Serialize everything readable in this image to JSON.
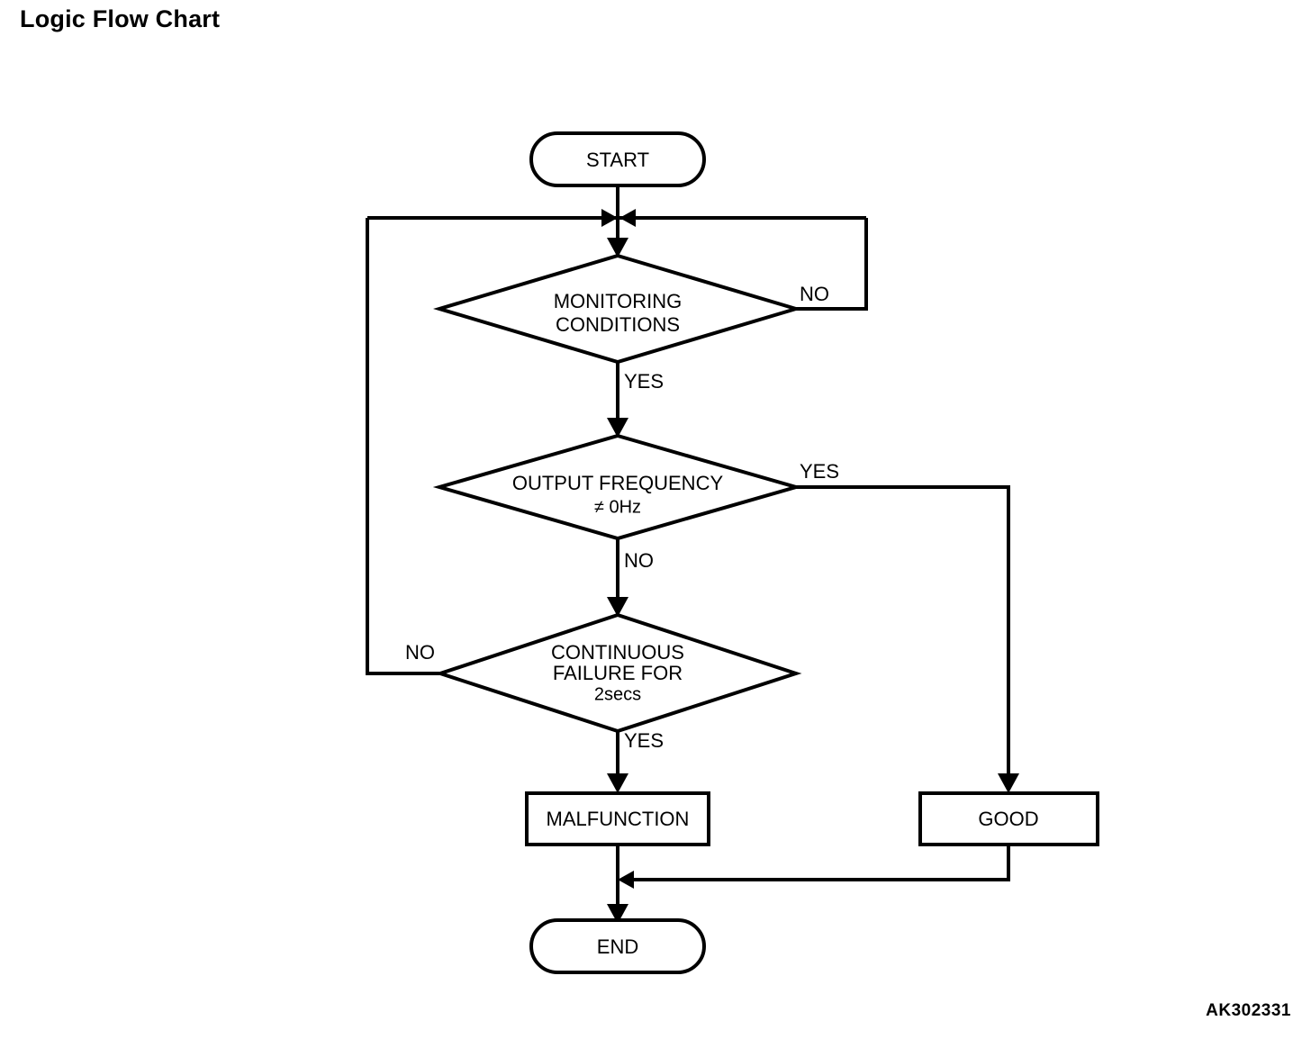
{
  "page": {
    "title": "Logic Flow Chart",
    "figure_id": "AK302331",
    "background_color": "#ffffff",
    "line_color": "#000000"
  },
  "chart_data": {
    "type": "diagram",
    "diagram_kind": "flowchart",
    "title": "Logic Flow Chart",
    "nodes": [
      {
        "id": "start",
        "shape": "stadium",
        "label": "START"
      },
      {
        "id": "monitoring",
        "shape": "diamond",
        "label_line1": "MONITORING",
        "label_line2": "CONDITIONS"
      },
      {
        "id": "frequency",
        "shape": "diamond",
        "label_line1": "OUTPUT FREQUENCY",
        "label_line2": "≠ 0Hz"
      },
      {
        "id": "continuous",
        "shape": "diamond",
        "label_line1": "CONTINUOUS",
        "label_line2": "FAILURE FOR",
        "label_line3": "2secs"
      },
      {
        "id": "malfunction",
        "shape": "rectangle",
        "label": "MALFUNCTION"
      },
      {
        "id": "good",
        "shape": "rectangle",
        "label": "GOOD"
      },
      {
        "id": "end",
        "shape": "stadium",
        "label": "END"
      }
    ],
    "edges": [
      {
        "from": "start",
        "to": "monitoring",
        "label": ""
      },
      {
        "from": "monitoring",
        "to": "monitoring",
        "label": "NO",
        "direction": "right-loop-back"
      },
      {
        "from": "monitoring",
        "to": "frequency",
        "label": "YES",
        "direction": "down"
      },
      {
        "from": "frequency",
        "to": "good",
        "label": "YES",
        "direction": "right-then-down"
      },
      {
        "from": "frequency",
        "to": "continuous",
        "label": "NO",
        "direction": "down"
      },
      {
        "from": "continuous",
        "to": "monitoring",
        "label": "NO",
        "direction": "left-loop-back"
      },
      {
        "from": "continuous",
        "to": "malfunction",
        "label": "YES",
        "direction": "down"
      },
      {
        "from": "malfunction",
        "to": "end",
        "label": "",
        "direction": "down"
      },
      {
        "from": "good",
        "to": "end",
        "label": "",
        "direction": "down-then-left"
      }
    ],
    "labels": {
      "start": "START",
      "monitoring_l1": "MONITORING",
      "monitoring_l2": "CONDITIONS",
      "monitoring_no": "NO",
      "monitoring_yes": "YES",
      "frequency_l1": "OUTPUT FREQUENCY",
      "frequency_l2": "≠ 0Hz",
      "frequency_yes": "YES",
      "frequency_no": "NO",
      "continuous_l1": "CONTINUOUS",
      "continuous_l2": "FAILURE FOR",
      "continuous_l3": "2secs",
      "continuous_no": "NO",
      "continuous_yes": "YES",
      "malfunction": "MALFUNCTION",
      "good": "GOOD",
      "end": "END"
    }
  }
}
